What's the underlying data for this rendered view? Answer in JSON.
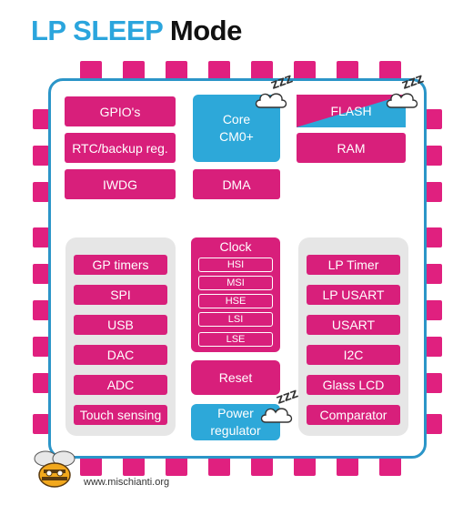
{
  "title": {
    "part1": "LP SLEEP",
    "part2": "Mode"
  },
  "core": {
    "line1": "Core",
    "line2": "CM0+"
  },
  "flash_label": "FLASH",
  "ram_label": "RAM",
  "top_left": [
    "GPIO's",
    "RTC/backup reg.",
    "IWDG"
  ],
  "dma_label": "DMA",
  "left_peripherals": [
    "GP timers",
    "SPI",
    "USB",
    "DAC",
    "ADC",
    "Touch sensing"
  ],
  "right_peripherals": [
    "LP Timer",
    "LP USART",
    "USART",
    "I2C",
    "Glass LCD",
    "Comparator"
  ],
  "clock": {
    "title": "Clock",
    "sources": [
      "HSI",
      "MSI",
      "HSE",
      "LSI",
      "LSE"
    ]
  },
  "reset_label": "Reset",
  "power": {
    "line1": "Power",
    "line2": "regulator"
  },
  "sleep_icon_text": "ZZZ",
  "website": "www.mischianti.org",
  "colors": {
    "magenta": "#d81f7b",
    "blue": "#2da8d9",
    "title_blue": "#2ba5dd",
    "border": "#2b95c8"
  }
}
